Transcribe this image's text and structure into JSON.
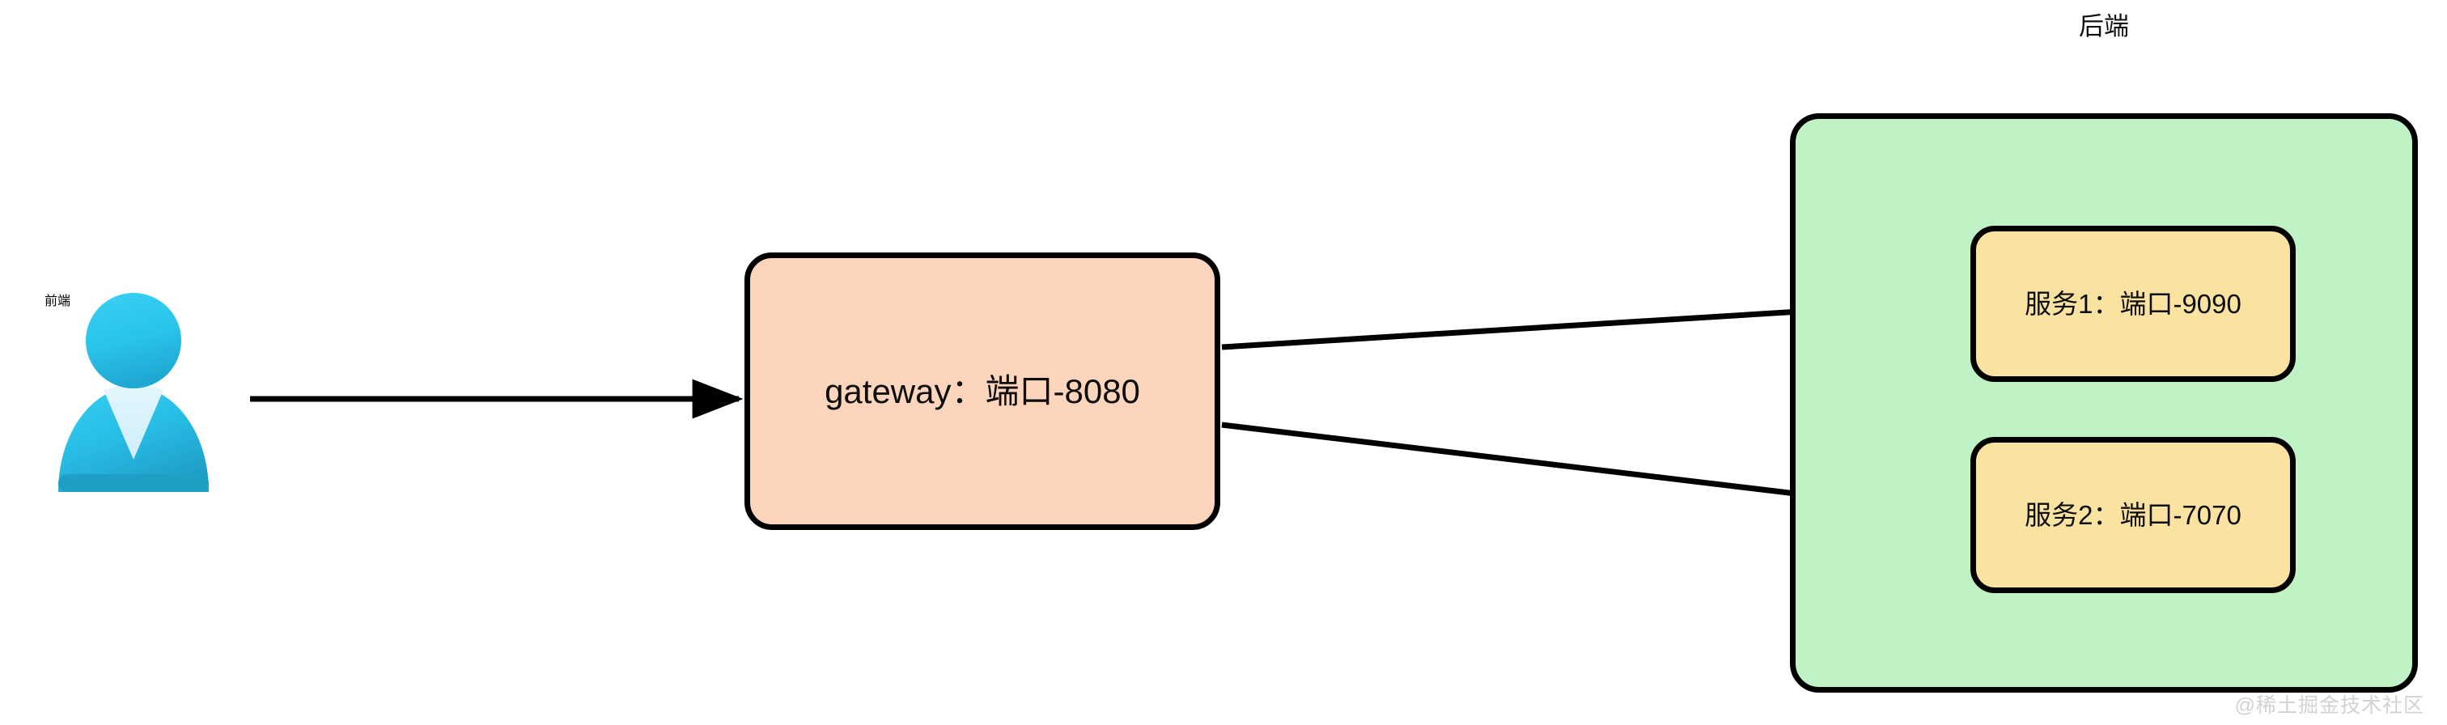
{
  "diagram": {
    "title_visible": false,
    "background_color": "#ffffff",
    "frontend": {
      "icon": "user-avatar-icon",
      "label": "前端",
      "icon_colors": {
        "head_light": "#2fc7ee",
        "head_dark": "#21b5e0",
        "body_light": "#2bc3ec",
        "body_dark": "#1e9fc8",
        "collar": "#d4f0fa"
      }
    },
    "gateway": {
      "label": "gateway：端口-8080",
      "fill": "#fcd5bc",
      "stroke": "#000000"
    },
    "backend": {
      "caption": "后端",
      "fill": "#bff3c5",
      "stroke": "#000000",
      "services": [
        {
          "label": "服务1：端口-9090",
          "fill": "#fae3a1",
          "stroke": "#000000"
        },
        {
          "label": "服务2：端口-7070",
          "fill": "#fae3a1",
          "stroke": "#000000"
        }
      ]
    },
    "connectors": [
      {
        "name": "frontend-to-gateway",
        "label": "",
        "stroke": "#000000",
        "from": "前端",
        "to": "gateway：端口-8080"
      },
      {
        "name": "gateway-to-service-1",
        "label": "",
        "stroke": "#000000",
        "from": "gateway：端口-8080",
        "to": "服务1：端口-9090"
      },
      {
        "name": "gateway-to-service-2",
        "label": "",
        "stroke": "#000000",
        "from": "gateway：端口-8080",
        "to": "服务2：端口-7070"
      }
    ],
    "watermark": "@稀土掘金技术社区"
  }
}
